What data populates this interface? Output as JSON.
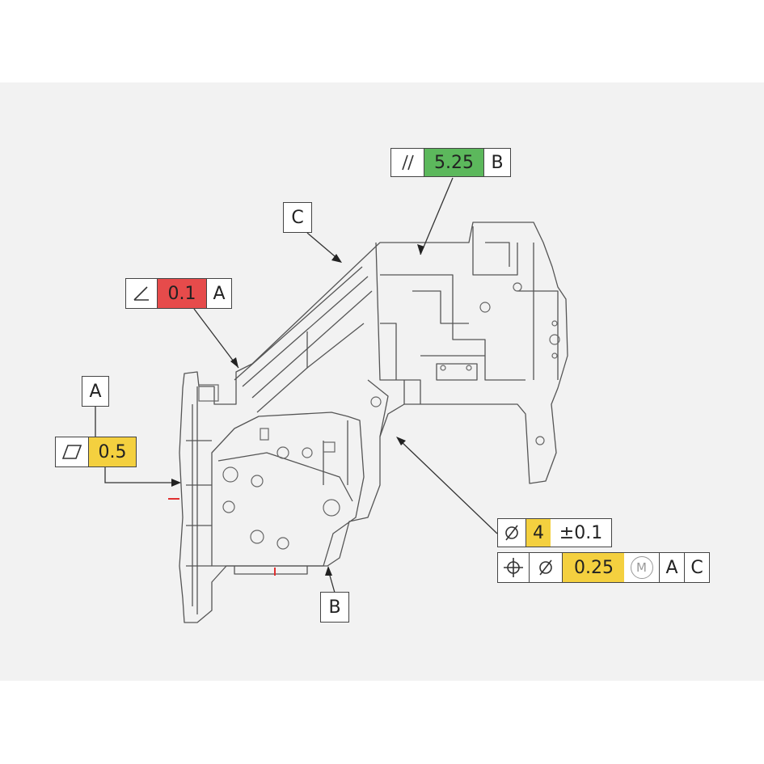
{
  "drawing": {
    "parallelism_frame": {
      "symbol_icon": "parallelism-icon",
      "tolerance": "5.25",
      "datum": "B",
      "highlight": "#5cb85c"
    },
    "angularity_frame": {
      "symbol_icon": "angularity-icon",
      "tolerance": "0.1",
      "datum": "A",
      "highlight": "#e64b4b"
    },
    "flatness_frame": {
      "symbol_icon": "flatness-icon",
      "tolerance": "0.5",
      "highlight": "#f4d03f"
    },
    "hole_size_frame": {
      "symbol_icon": "diameter-icon",
      "size": "4",
      "tolerance": "±0.1",
      "highlight": "#f4d03f"
    },
    "position_frame": {
      "symbol_icon": "position-icon",
      "diameter_icon": "diameter-icon",
      "tolerance": "0.25",
      "modifier": "M",
      "datum_1": "A",
      "datum_2": "C",
      "highlight": "#f4d03f"
    },
    "datum_labels": {
      "a": "A",
      "b": "B",
      "c": "C"
    }
  }
}
